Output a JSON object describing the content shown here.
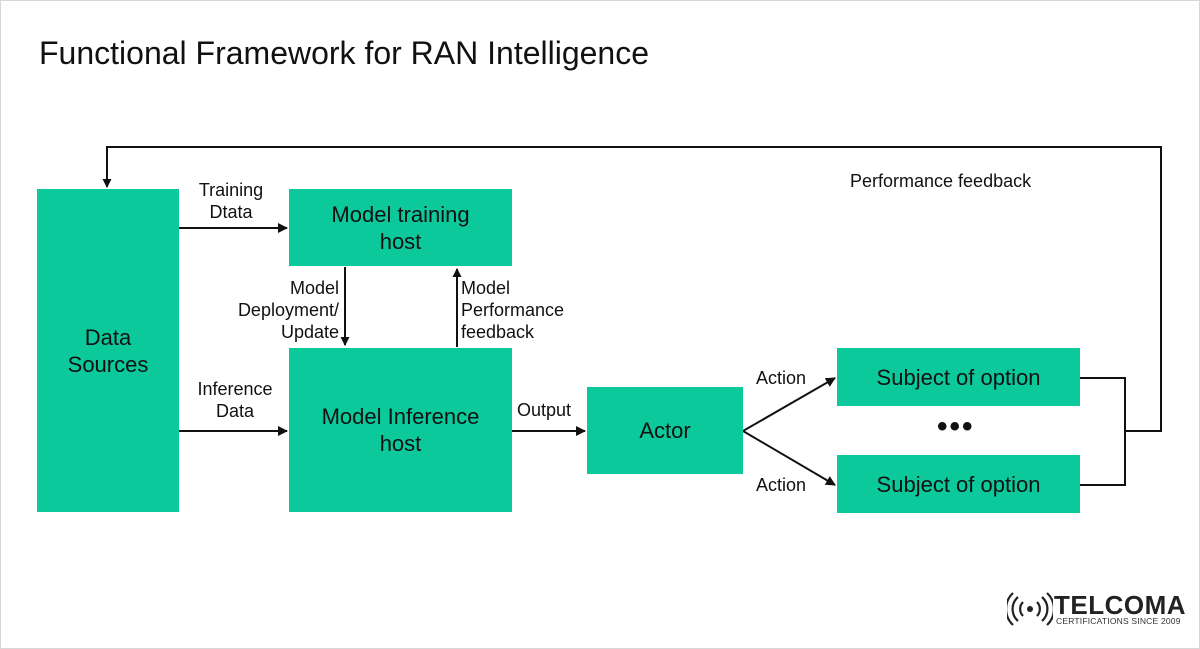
{
  "title": "Functional Framework for RAN Intelligence",
  "nodes": {
    "data_sources": "Data\nSources",
    "model_training_host": "Model training\nhost",
    "model_inference_host": "Model Inference\nhost",
    "actor": "Actor",
    "subject_1": "Subject of option",
    "subject_2": "Subject of option"
  },
  "edge_labels": {
    "training_data": "Training\nDtata",
    "inference_data": "Inference\nData",
    "model_deployment": "Model\nDeployment/\nUpdate",
    "model_performance_feedback": "Model\nPerformance\nfeedback",
    "output": "Output",
    "action_1": "Action",
    "action_2": "Action",
    "performance_feedback": "Performance feedback"
  },
  "ellipsis": "•••",
  "colors": {
    "box_fill": "#0bc99b",
    "line": "#111111",
    "text": "#111111"
  },
  "logo": {
    "wordmark": "TELCOMA",
    "tagline": "CERTIFICATIONS SINCE 2009",
    "icon": "broadcast-waves-icon"
  }
}
